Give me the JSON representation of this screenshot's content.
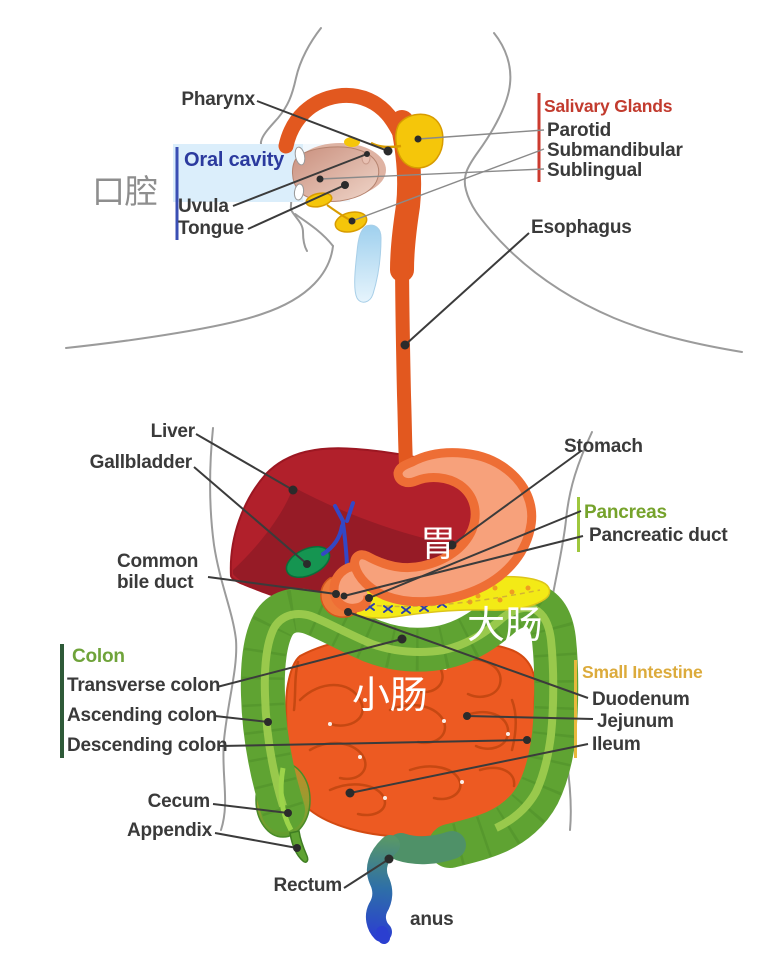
{
  "figure": {
    "type": "anatomy-diagram",
    "subject": "Human digestive system"
  },
  "labels": {
    "pharynx": {
      "text": "Pharynx"
    },
    "oral_cavity": {
      "text": "Oral cavity"
    },
    "uvula": {
      "text": "Uvula"
    },
    "tongue": {
      "text": "Tongue"
    },
    "salivary_glands": {
      "text": "Salivary Glands"
    },
    "parotid": {
      "text": "Parotid"
    },
    "submandibular": {
      "text": "Submandibular"
    },
    "sublingual": {
      "text": "Sublingual"
    },
    "esophagus": {
      "text": "Esophagus"
    },
    "liver": {
      "text": "Liver"
    },
    "gallbladder": {
      "text": "Gallbladder"
    },
    "common_bile_duct": {
      "text": "Common bile duct"
    },
    "stomach": {
      "text": "Stomach"
    },
    "pancreas": {
      "text": "Pancreas"
    },
    "pancreatic_duct": {
      "text": "Pancreatic duct"
    },
    "colon": {
      "text": "Colon"
    },
    "transverse_colon": {
      "text": "Transverse colon"
    },
    "ascending_colon": {
      "text": "Ascending colon"
    },
    "descending_colon": {
      "text": "Descending colon"
    },
    "small_intestine": {
      "text": "Small Intestine"
    },
    "duodenum": {
      "text": "Duodenum"
    },
    "jejunum": {
      "text": "Jejunum"
    },
    "ileum": {
      "text": "Ileum"
    },
    "cecum": {
      "text": "Cecum"
    },
    "appendix": {
      "text": "Appendix"
    },
    "rectum": {
      "text": "Rectum"
    },
    "anus": {
      "text": "anus"
    }
  },
  "annotations_zh": {
    "oral_cavity": "口腔",
    "stomach": "胃",
    "large_intestine": "大肠",
    "small_intestine": "小肠"
  },
  "colors": {
    "esophagus_orange": "#e2581f",
    "liver_red": "#b1202b",
    "liver_dark": "#941b26",
    "stomach_rim": "#ee6e35",
    "stomach_inner": "#f7a17b",
    "pancreas_yellow": "#f3ea16",
    "colon_green": "#5fa332",
    "small_intestine_orange": "#ed5a22",
    "salivary_yellow": "#f5c60a",
    "gallbladder_green": "#159551",
    "bile_duct_blue": "#3347c5",
    "rectum_blue": "#2b3fd0",
    "label_dark": "#3a3a3a",
    "salivary_header_red": "#c23b2e",
    "pancreas_header_green": "#76a32c",
    "colon_header_green": "#6fa33a",
    "small_intestine_header_gold": "#dcab3c",
    "oral_cavity_blue": "#2b3a9e",
    "chinese_gray": "#8e8e8e",
    "chinese_white": "#ffffff"
  }
}
